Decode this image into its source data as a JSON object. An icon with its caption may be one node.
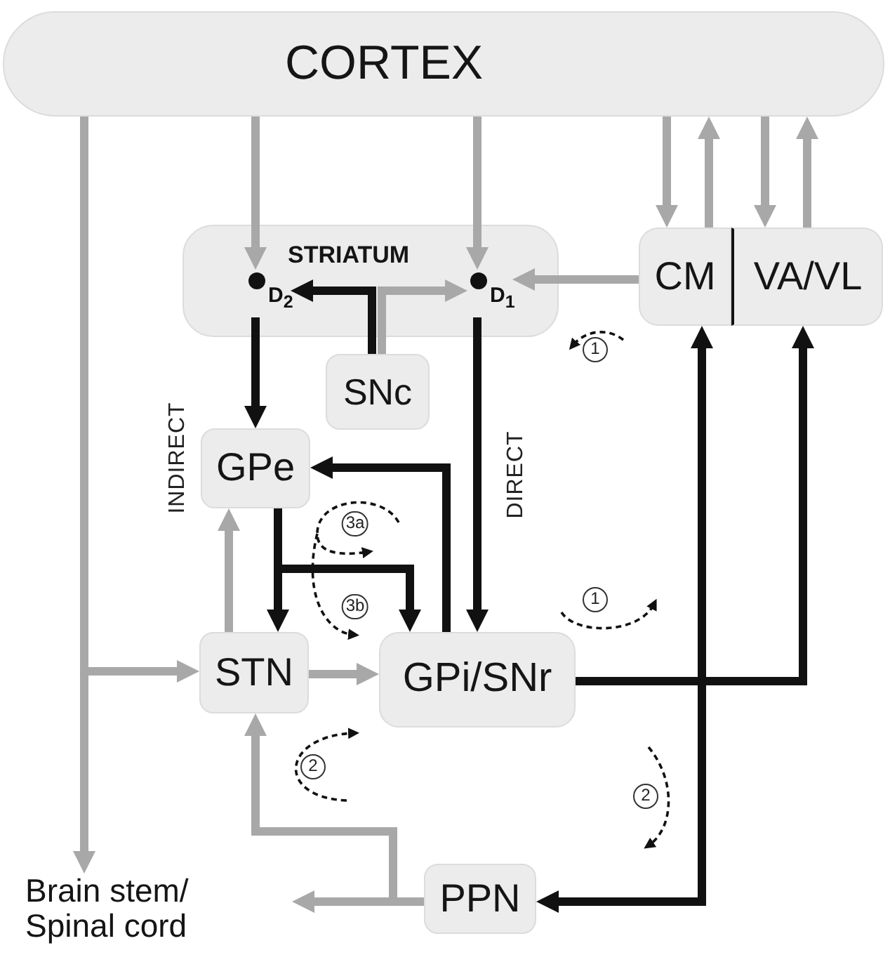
{
  "diagram": {
    "nodes": [
      {
        "text": [
          "CORTEX"
        ]
      },
      {
        "text": [
          "STRIATUM"
        ]
      },
      {
        "text": [
          "D$_{2}$"
        ],
        "in": 1
      },
      {
        "text": [
          "D$_{1}$"
        ],
        "in": 1
      },
      {
        "text": [
          "CM"
        ]
      },
      {
        "text": [
          "VA/VL"
        ]
      },
      {
        "text": [
          "SNc"
        ]
      },
      {
        "text": [
          "GPe"
        ]
      },
      {
        "text": [
          "STN"
        ]
      },
      {
        "text": [
          "GPi/SNr"
        ]
      },
      {
        "text": [
          "PPN"
        ]
      },
      {
        "text": [
          "Brain stem/ Spinal cord"
        ]
      }
    ],
    "edges": [
      {
        "from": 0,
        "to": 2,
        "arrow": "to"
      },
      {
        "from": 0,
        "to": 3,
        "arrow": "to"
      },
      {
        "from": 0,
        "to": 4,
        "arrow": "to"
      },
      {
        "from": 4,
        "to": 0,
        "arrow": "to"
      },
      {
        "from": 0,
        "to": 5,
        "arrow": "to"
      },
      {
        "from": 5,
        "to": 0,
        "arrow": "to"
      },
      {
        "from": 4,
        "to": 3,
        "arrow": "to"
      },
      {
        "from": 6,
        "to": 2,
        "arrow": "to",
        "color": "#111111"
      },
      {
        "from": 6,
        "to": 3,
        "arrow": "to"
      },
      {
        "from": 2,
        "to": 7,
        "arrow": "to",
        "color": "#111111"
      },
      {
        "from": 3,
        "to": 9,
        "arrow": "to",
        "color": "#111111"
      },
      {
        "from": 0,
        "to": 11,
        "arrow": "to"
      },
      {
        "from": 0,
        "to": 8,
        "arrow": "to"
      },
      {
        "from": 8,
        "to": 7,
        "arrow": "to"
      },
      {
        "from": 8,
        "to": 9,
        "arrow": "to"
      },
      {
        "from": 7,
        "to": 8,
        "arrow": "to",
        "color": "#111111"
      },
      {
        "from": 7,
        "to": 9,
        "arrow": "to",
        "color": "#111111"
      },
      {
        "from": 9,
        "to": 7,
        "arrow": "to",
        "color": "#111111"
      },
      {
        "from": 9,
        "to": 4,
        "arrow": "to",
        "color": "#111111"
      },
      {
        "from": 9,
        "to": 5,
        "arrow": "to",
        "color": "#111111"
      },
      {
        "from": 9,
        "to": 10,
        "arrow": "to",
        "color": "#111111"
      },
      {
        "from": 10,
        "to": 8,
        "arrow": "to"
      },
      {
        "from": 10,
        "to": 11,
        "arrow": "to"
      }
    ],
    "labels": [
      "1",
      "INDIRECT",
      "DIRECT",
      "3a",
      "3b",
      "1",
      "2",
      "2"
    ]
  }
}
